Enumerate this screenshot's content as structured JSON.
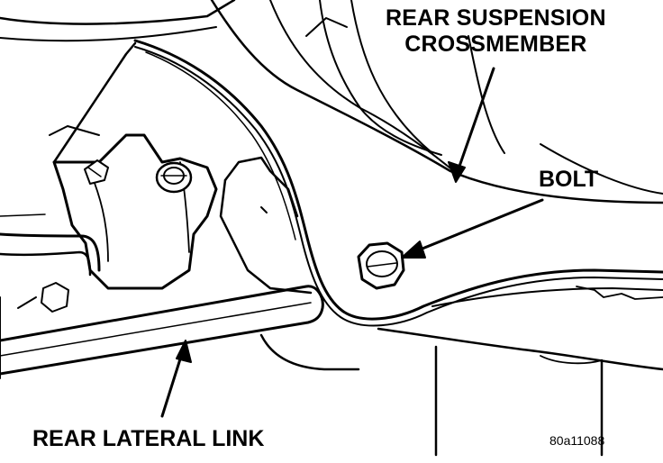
{
  "labels": {
    "crossmember_line1": "REAR SUSPENSION",
    "crossmember_line2": "CROSSMEMBER",
    "bolt": "BOLT",
    "lateral_link": "REAR LATERAL LINK",
    "figure_id": "80a11088"
  },
  "colors": {
    "ink": "#000000",
    "paper": "#ffffff"
  }
}
